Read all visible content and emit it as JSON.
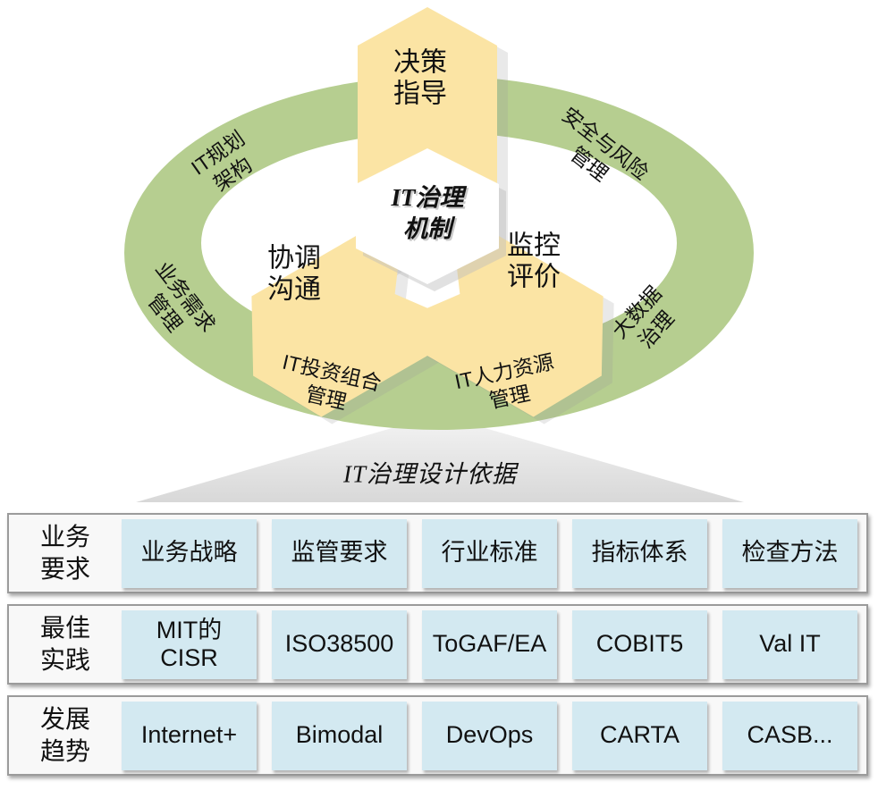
{
  "diagram": {
    "center": {
      "line1": "IT治理",
      "line2": "机制"
    },
    "arrows": [
      {
        "line1": "决策",
        "line2": "指导"
      },
      {
        "line1": "协调",
        "line2": "沟通"
      },
      {
        "line1": "监控",
        "line2": "评价"
      }
    ],
    "ring_labels": [
      {
        "line1": "IT规划",
        "line2": "架构"
      },
      {
        "line1": "安全与风险",
        "line2": "管理"
      },
      {
        "line1": "业务需求",
        "line2": "管理"
      },
      {
        "line1": "大数据",
        "line2": "治理"
      },
      {
        "line1": "IT投资组合",
        "line2": "管理"
      },
      {
        "line1": "IT人力资源",
        "line2": "管理"
      }
    ],
    "funnel_label": "IT治理设计依据"
  },
  "rows": [
    {
      "label": {
        "line1": "业务",
        "line2": "要求"
      },
      "boxes": [
        "业务战略",
        "监管要求",
        "行业标准",
        "指标体系",
        "检查方法"
      ]
    },
    {
      "label": {
        "line1": "最佳",
        "line2": "实践"
      },
      "boxes": [
        "MIT的\nCISR",
        "ISO38500",
        "ToGAF/EA",
        "COBIT5",
        "Val IT"
      ]
    },
    {
      "label": {
        "line1": "发展",
        "line2": "趋势"
      },
      "boxes": [
        "Internet+",
        "Bimodal",
        "DevOps",
        "CARTA",
        "CASB..."
      ]
    }
  ],
  "colors": {
    "green": "#b6ce90",
    "yellow": "#fbe4a4",
    "blue": "#d3e9f1",
    "panel": "#f8f8f8",
    "border": "#9b9b9b"
  }
}
